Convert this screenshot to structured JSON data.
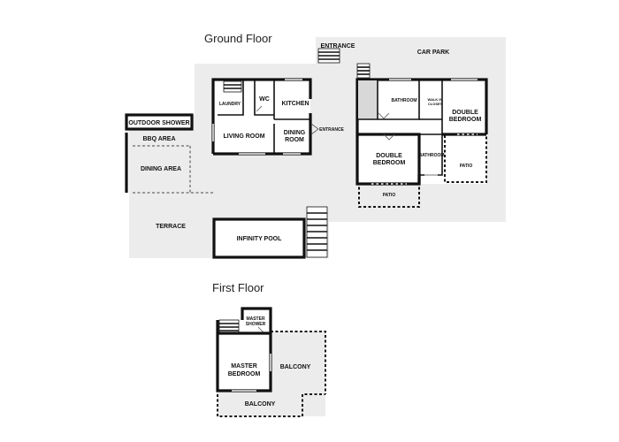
{
  "floors": {
    "ground": {
      "title": "Ground Floor",
      "labels": {
        "entrance_top": "ENTRANCE",
        "car_park": "CAR PARK",
        "laundry": "LAUNDRY",
        "wc": "WC",
        "kitchen": "KITCHEN",
        "bathroom_1": "BATHROOM",
        "walk_in_closet_line1": "WALK IN",
        "walk_in_closet_line2": "CLOSET",
        "double_bedroom_1_line1": "DOUBLE",
        "double_bedroom_1_line2": "BEDROOM",
        "outdoor_shower": "OUTDOOR SHOWER",
        "bbq_area": "BBQ AREA",
        "living_room": "LIVING ROOM",
        "dining_room_line1": "DINING",
        "dining_room_line2": "ROOM",
        "entrance_inner": "ENTRANCE",
        "double_bedroom_2_line1": "DOUBLE",
        "double_bedroom_2_line2": "BEDROOM",
        "bathroom_2": "BATHROOM",
        "patio_1": "PATIO",
        "dining_area": "DINING AREA",
        "patio_2": "PATIO",
        "terrace": "TERRACE",
        "infinity_pool": "INFINITY POOL"
      }
    },
    "first": {
      "title": "First Floor",
      "labels": {
        "master_shower_line1": "MASTER",
        "master_shower_line2": "SHOWER",
        "master_bedroom_line1": "MASTER",
        "master_bedroom_line2": "BEDROOM",
        "balcony_side": "BALCONY",
        "balcony_bottom": "BALCONY"
      }
    }
  }
}
